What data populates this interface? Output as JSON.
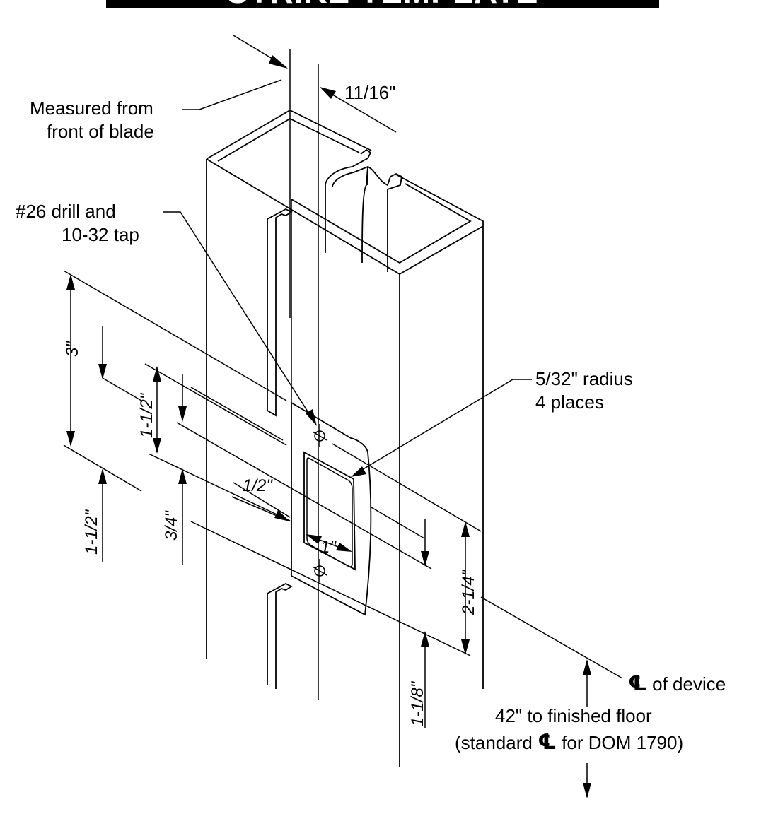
{
  "title": "STRIKE TEMPLATE",
  "labels": {
    "measured_line1": "Measured from",
    "measured_line2": "front of blade",
    "dim_11_16": "11/16\"",
    "drill_line1": "#26 drill and",
    "drill_line2": "10-32 tap",
    "radius_line1": "5/32\" radius",
    "radius_line2": "4 places",
    "dim_3": "3\"",
    "dim_1_1_2_upper": "1-1/2\"",
    "dim_1_1_2_lower": "1-1/2\"",
    "dim_3_4": "3/4\"",
    "dim_1_2": "1/2\"",
    "dim_1": "1\"",
    "dim_2_1_4": "2-1/4\"",
    "dim_1_1_8": "1-1/8\"",
    "cl_symbol": "℄",
    "cl_device": " of device",
    "floor_line1": "42\" to finished floor",
    "floor_line2_a": "(standard ",
    "floor_line2_b": " for DOM 1790)"
  }
}
